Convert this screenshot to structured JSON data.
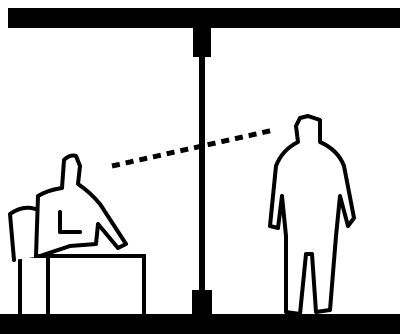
{
  "diagram": {
    "kind": "line-of-sight illustration",
    "elements": [
      "ceiling-beam",
      "floor",
      "vertical-pole",
      "seated-person",
      "desk",
      "standing-person",
      "sight-line"
    ],
    "colors": {
      "ink": "#000000",
      "background": "#ffffff"
    },
    "sight_line_style": "dashed"
  }
}
